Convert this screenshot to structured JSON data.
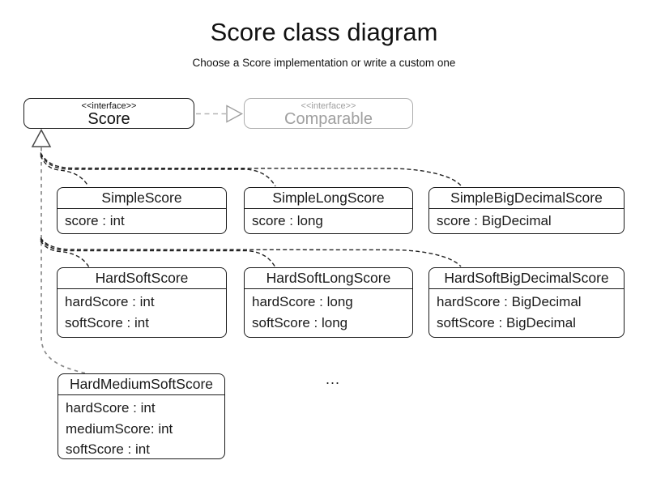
{
  "header": {
    "title": "Score class diagram",
    "subtitle": "Choose a Score implementation or write a custom one"
  },
  "interfaces": [
    {
      "stereotype": "<<interface>>",
      "name": "Score"
    },
    {
      "stereotype": "<<interface>>",
      "name": "Comparable"
    }
  ],
  "classes": [
    {
      "name": "SimpleScore",
      "attributes": [
        "score : int"
      ]
    },
    {
      "name": "SimpleLongScore",
      "attributes": [
        "score : long"
      ]
    },
    {
      "name": "SimpleBigDecimalScore",
      "attributes": [
        "score : BigDecimal"
      ]
    },
    {
      "name": "HardSoftScore",
      "attributes": [
        "hardScore : int",
        "softScore : int"
      ]
    },
    {
      "name": "HardSoftLongScore",
      "attributes": [
        "hardScore : long",
        "softScore : long"
      ]
    },
    {
      "name": "HardSoftBigDecimalScore",
      "attributes": [
        "hardScore : BigDecimal",
        "softScore : BigDecimal"
      ]
    },
    {
      "name": "HardMediumSoftScore",
      "attributes": [
        "hardScore : int",
        "mediumScore: int",
        "softScore : int"
      ]
    }
  ],
  "ellipsis": "...",
  "colors": {
    "connector_dark": "#222222",
    "trunk_gray": "#8a8a8a",
    "muted_gray": "#9f9f9f",
    "muted_line": "#b5b5b5",
    "triangle_outline": "#4a4a4a",
    "white": "#ffffff"
  }
}
